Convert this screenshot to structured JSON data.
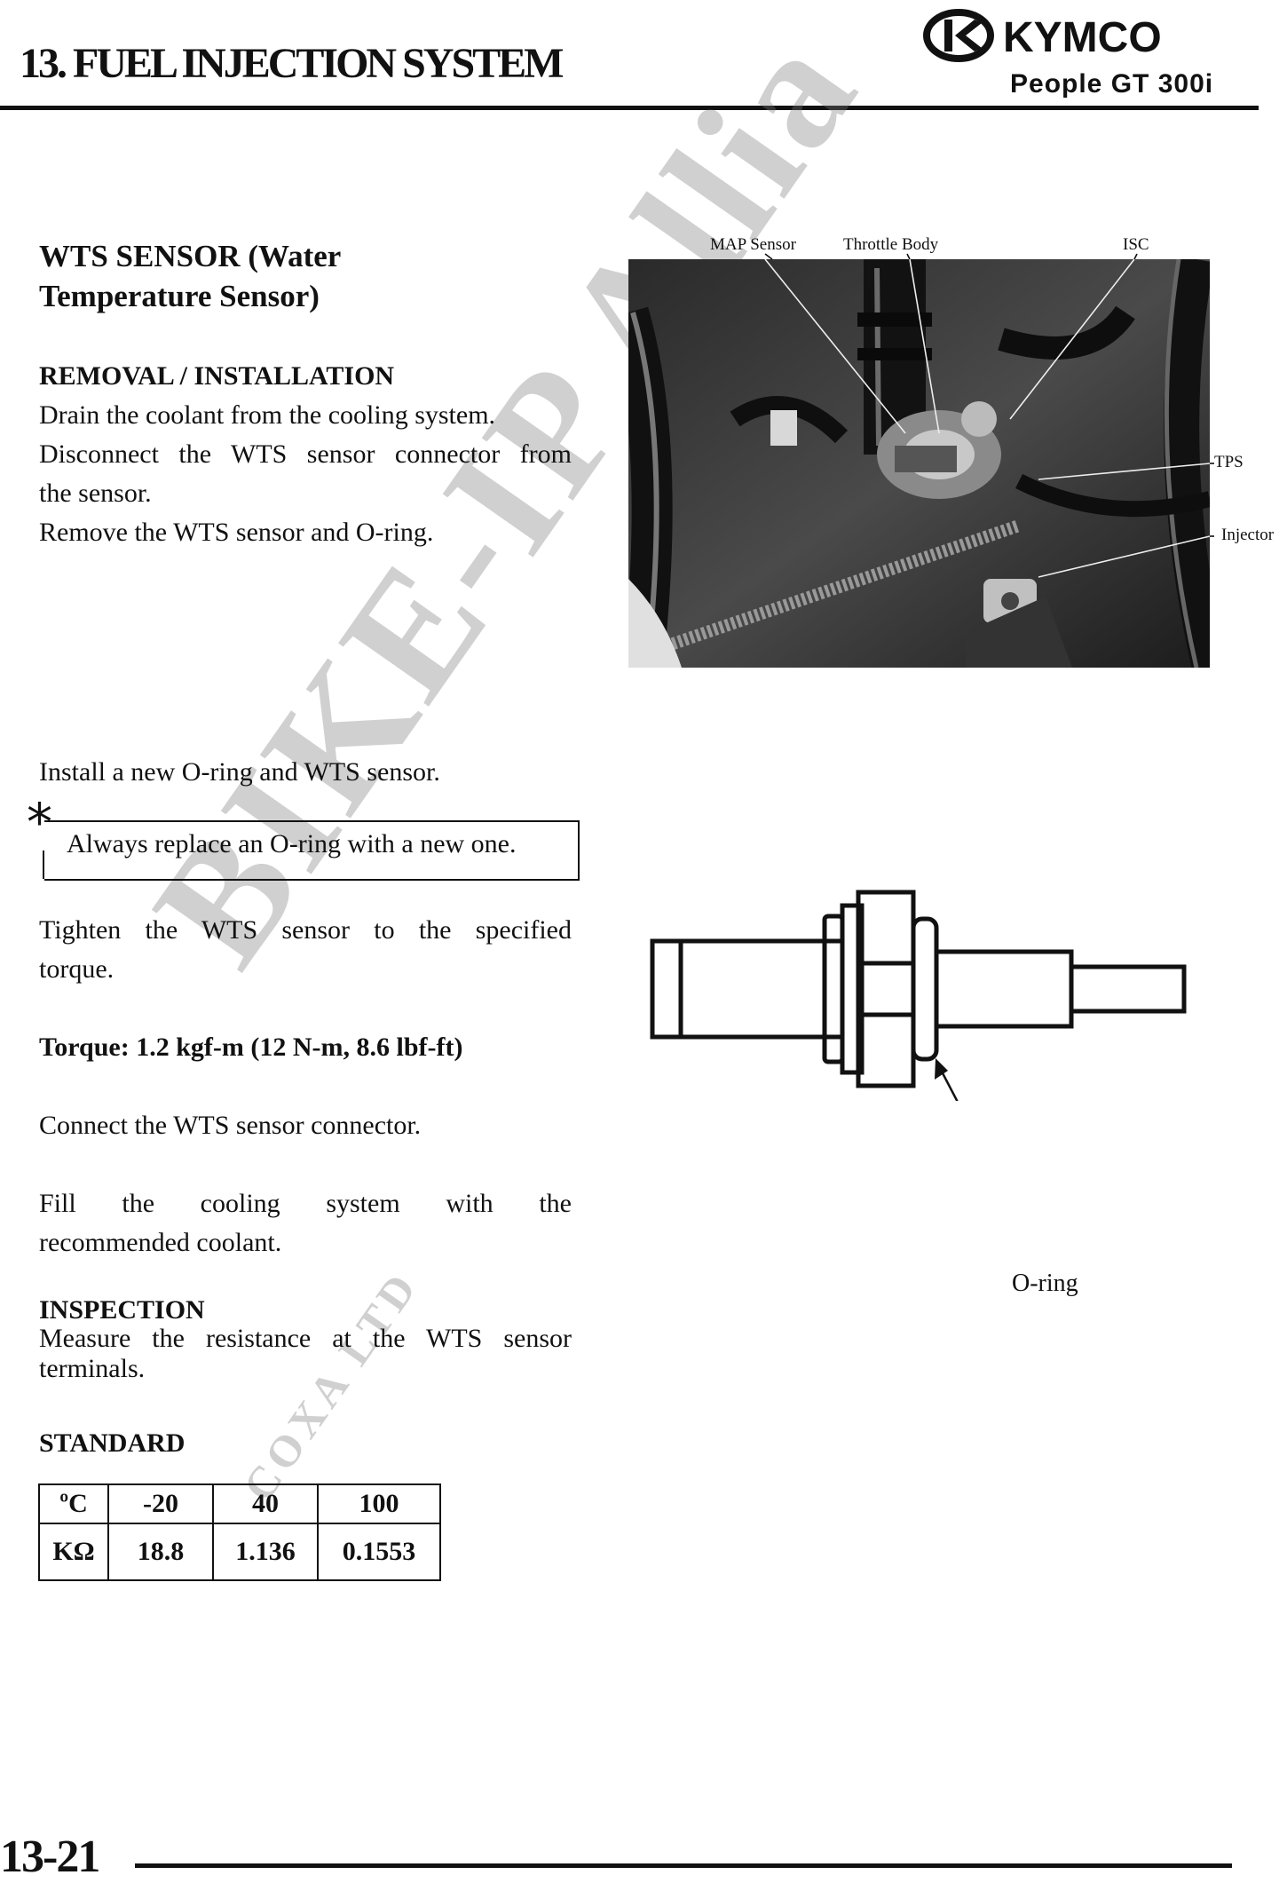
{
  "header": {
    "chapter_title": "13. FUEL INJECTION SYSTEM",
    "brand": "KYMCO",
    "model": "People GT 300i"
  },
  "section": {
    "title": "WTS SENSOR (Water Temperature Sensor)"
  },
  "removal": {
    "heading": "REMOVAL / INSTALLATION",
    "step1": "Drain the coolant from the cooling system.",
    "step2_line1": "Disconnect the WTS sensor connector from",
    "step2_line2": "the sensor.",
    "step3": "Remove the WTS sensor and O-ring."
  },
  "installation": {
    "step1": "Install a new O-ring and WTS sensor.",
    "caution": "Always replace an O-ring with a new one.",
    "step2_line1": "Tighten the WTS sensor to the specified",
    "step2_line2": "torque.",
    "torque": "Torque: 1.2 kgf-m (12 N-m, 8.6 lbf-ft)",
    "step3": "Connect the WTS sensor connector.",
    "step4_line1": "Fill the cooling system with the",
    "step4_line2": "recommended coolant."
  },
  "inspection": {
    "heading": "INSPECTION",
    "line1": "Measure the resistance at the WTS sensor",
    "line2": "terminals."
  },
  "standard": {
    "heading": "STANDARD",
    "rows": [
      [
        "ºC",
        "-20",
        "40",
        "100"
      ],
      [
        "KΩ",
        "18.8",
        "1.136",
        "0.1553"
      ]
    ]
  },
  "photo_callouts": {
    "map_sensor": "MAP Sensor",
    "throttle_body": "Throttle Body",
    "isc": "ISC",
    "tps": "TPS",
    "injector": "Injector"
  },
  "diagram": {
    "oring_label": "O-ring"
  },
  "watermark": {
    "main": "BIKE-IP Allia",
    "sub": "COXA LTD"
  },
  "footer": {
    "page_number": "13-21"
  }
}
